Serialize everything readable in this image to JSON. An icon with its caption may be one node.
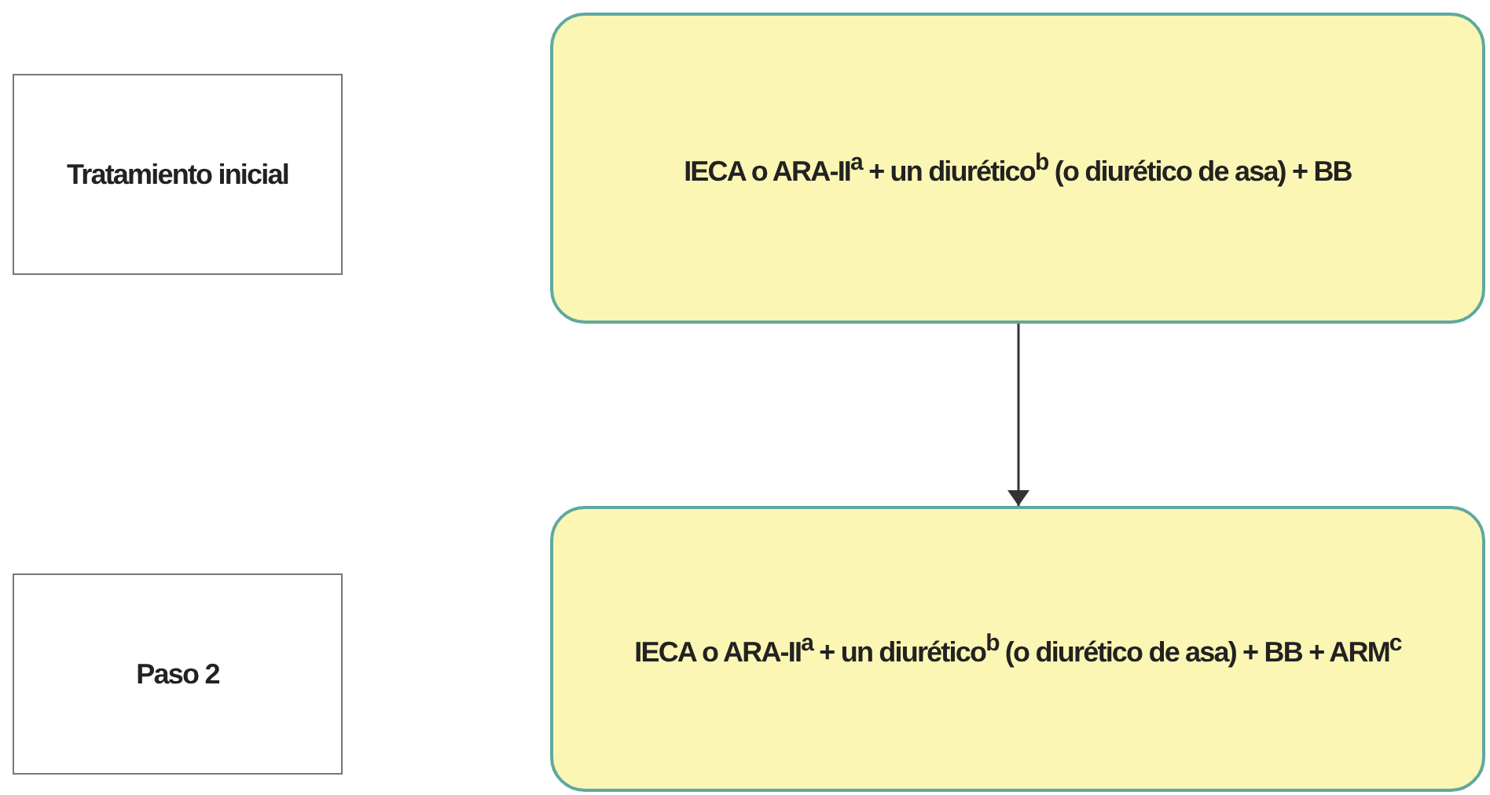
{
  "diagram": {
    "nodes": [
      {
        "text": [
          "Tratamiento inicial"
        ]
      },
      {
        "text": [
          "IECA o ARA-II$^{a}$ + un diurético$^{b}$ (o diurético de asa) + BB"
        ]
      },
      {
        "text": [
          "Paso 2"
        ]
      },
      {
        "text": [
          "IECA o ARA-II$^{a}$ + un diurético$^{b}$ (o diurético de asa) + BB + ARM$^{c}$"
        ]
      }
    ],
    "edges": [
      {
        "from": 1,
        "to": 3,
        "arrow": "to"
      }
    ]
  }
}
